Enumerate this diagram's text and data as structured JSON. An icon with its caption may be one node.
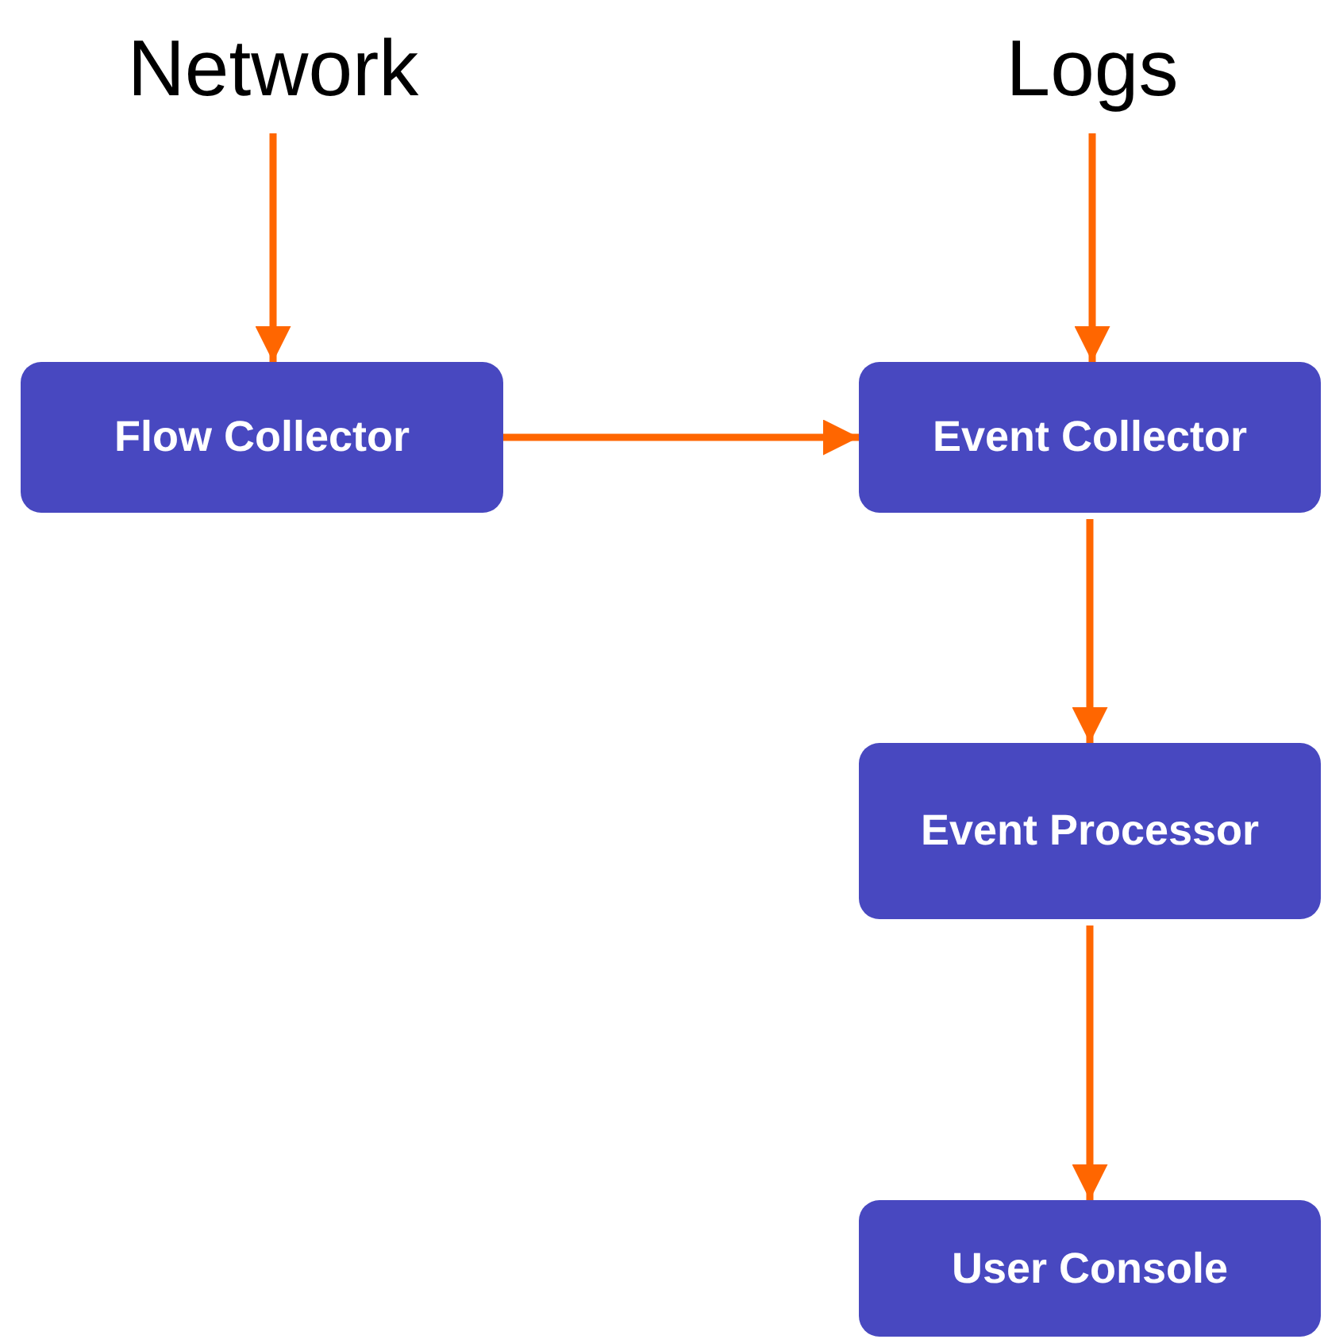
{
  "diagram": {
    "nodes": [
      {
        "text": [
          "Network"
        ]
      },
      {
        "text": [
          "Logs"
        ]
      },
      {
        "text": [
          "Flow Collector"
        ]
      },
      {
        "text": [
          "Event Collector"
        ]
      },
      {
        "text": [
          "Event Processor"
        ]
      },
      {
        "text": [
          "User Console"
        ]
      }
    ],
    "edges": [
      {
        "from": 0,
        "to": 2,
        "arrow": "to"
      },
      {
        "from": 1,
        "to": 3,
        "arrow": "to"
      },
      {
        "from": 2,
        "to": 3,
        "arrow": "to"
      },
      {
        "from": 3,
        "to": 4,
        "arrow": "to"
      },
      {
        "from": 4,
        "to": 5,
        "arrow": "to"
      }
    ]
  }
}
